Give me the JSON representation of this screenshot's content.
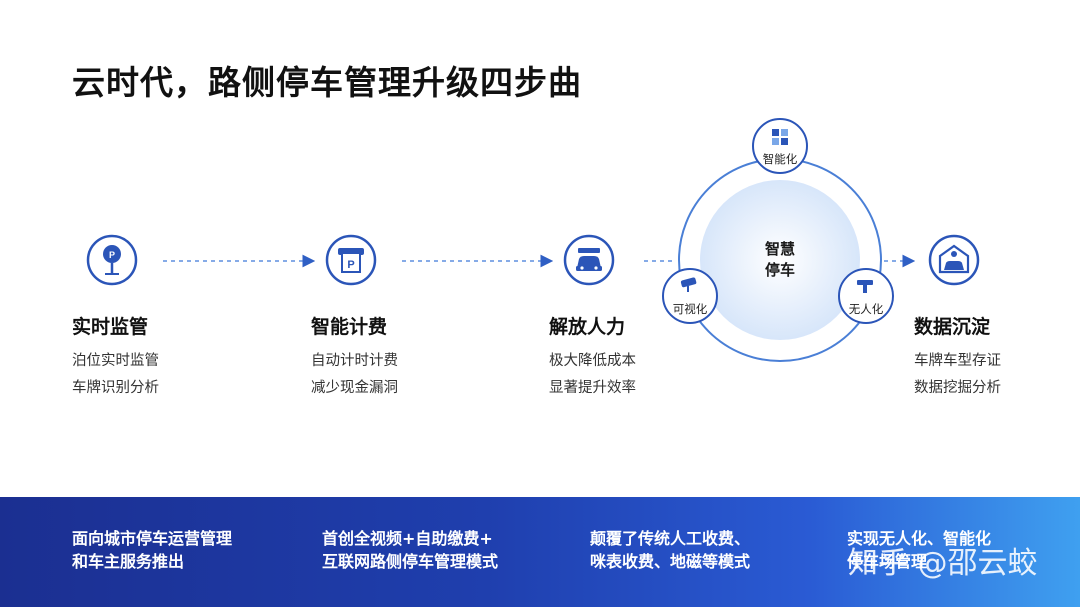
{
  "title": "云时代，路侧停车管理升级四步曲",
  "steps": [
    {
      "title": "实时监管",
      "lines": [
        "泊位实时监管",
        "车牌识别分析"
      ],
      "icon": "parking-pin-icon"
    },
    {
      "title": "智能计费",
      "lines": [
        "自动计时计费",
        "减少现金漏洞"
      ],
      "icon": "parking-ticket-icon"
    },
    {
      "title": "解放人力",
      "lines": [
        "极大降低成本",
        "显著提升效率"
      ],
      "icon": "car-icon"
    },
    {
      "title": "数据沉淀",
      "lines": [
        "车牌车型存证",
        "数据挖掘分析"
      ],
      "icon": "garage-car-icon"
    }
  ],
  "cycle": {
    "center_line1": "智慧",
    "center_line2": "停车",
    "nodes": [
      {
        "label": "智能化",
        "icon": "parking-grid-icon"
      },
      {
        "label": "可视化",
        "icon": "camera-icon"
      },
      {
        "label": "无人化",
        "icon": "gate-icon"
      }
    ]
  },
  "banner": [
    {
      "line1": "面向城市停车运营管理",
      "line2": "和车主服务推出"
    },
    {
      "line1": "首创全视频+自助缴费+",
      "line2": "互联网路侧停车管理模式"
    },
    {
      "line1": "颠覆了传统人工收费、",
      "line2": "咪表收费、地磁等模式"
    },
    {
      "line1": "实现无人化、智能化",
      "line2": "停车场管理"
    }
  ],
  "watermark": "知乎 @邵云蛟",
  "colors": {
    "accent": "#1d3fa8",
    "arrow": "#3b6fd0",
    "ring": "#4a7fd6",
    "banner_start": "#1b2f91",
    "banner_end": "#3fa0f0"
  }
}
